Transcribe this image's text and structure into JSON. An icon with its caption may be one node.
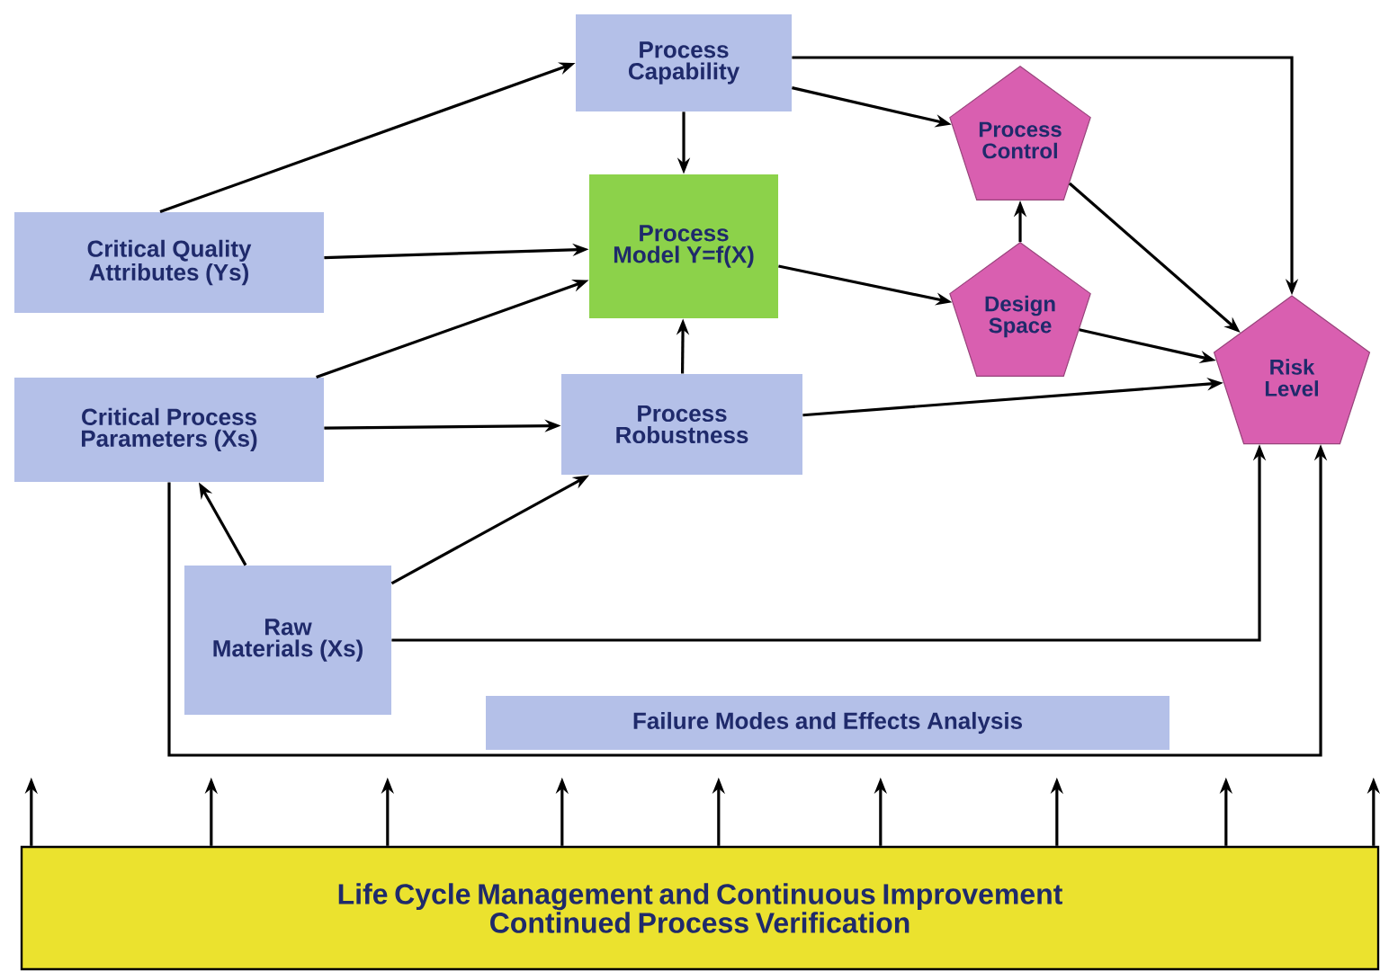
{
  "diagram": {
    "nodes": [
      {
        "text": [
          "Process Capability"
        ]
      },
      {
        "text": [
          "Critical Quality Attributes (Ys)"
        ]
      },
      {
        "text": [
          "Process Model Y=f(X)"
        ]
      },
      {
        "text": [
          "Process Control"
        ]
      },
      {
        "text": [
          "Design Space"
        ]
      },
      {
        "text": [
          "Critical Process Parameters (Xs)"
        ]
      },
      {
        "text": [
          "Process Robustness"
        ]
      },
      {
        "text": [
          "Risk Level"
        ]
      },
      {
        "text": [
          "Raw Materials (Xs)"
        ]
      },
      {
        "text": [
          "Failure Modes and Effects Analysis"
        ]
      },
      {
        "text": [
          "Life Cycle Management and Continuous Improvement",
          "Continued Process Verification"
        ]
      }
    ],
    "edges": [
      {
        "from": 1,
        "to": 0,
        "arrow": "to"
      },
      {
        "from": 1,
        "to": 2,
        "arrow": "to"
      },
      {
        "from": 5,
        "to": 2,
        "arrow": "to"
      },
      {
        "from": 5,
        "to": 6,
        "arrow": "to"
      },
      {
        "from": 0,
        "to": 2,
        "arrow": "to"
      },
      {
        "from": 6,
        "to": 2,
        "arrow": "to"
      },
      {
        "from": 0,
        "to": 3,
        "arrow": "to"
      },
      {
        "from": 0,
        "to": 7,
        "arrow": "to"
      },
      {
        "from": 2,
        "to": 4,
        "arrow": "to"
      },
      {
        "from": 4,
        "to": 3,
        "arrow": "to"
      },
      {
        "from": 3,
        "to": 7,
        "arrow": "to"
      },
      {
        "from": 4,
        "to": 7,
        "arrow": "to"
      },
      {
        "from": 6,
        "to": 7,
        "arrow": "to"
      },
      {
        "from": 8,
        "to": 5,
        "arrow": "to"
      },
      {
        "from": 8,
        "to": 6,
        "arrow": "to"
      },
      {
        "from": 8,
        "to": 7,
        "arrow": "to"
      },
      {
        "from": 5,
        "to": 7,
        "arrow": "to"
      },
      {
        "from": 10,
        "to": null,
        "arrow": "to"
      },
      {
        "from": 10,
        "to": null,
        "arrow": "to"
      },
      {
        "from": 10,
        "to": null,
        "arrow": "to"
      },
      {
        "from": 10,
        "to": null,
        "arrow": "to"
      },
      {
        "from": 10,
        "to": null,
        "arrow": "to"
      },
      {
        "from": 10,
        "to": null,
        "arrow": "to"
      },
      {
        "from": 10,
        "to": null,
        "arrow": "to"
      },
      {
        "from": 10,
        "to": null,
        "arrow": "to"
      },
      {
        "from": 10,
        "to": null,
        "arrow": "to"
      }
    ]
  }
}
